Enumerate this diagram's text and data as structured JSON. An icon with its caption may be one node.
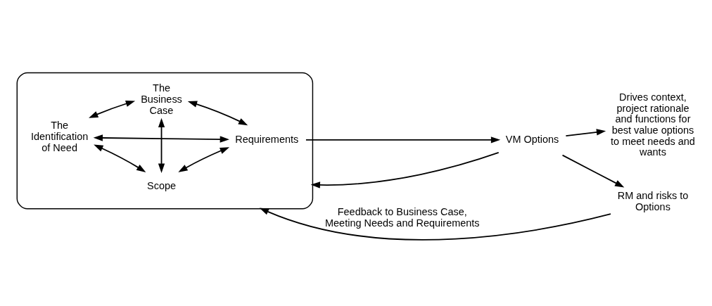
{
  "diagram": {
    "nodes": [
      {
        "text": [],
        "shape": "ellipse"
      },
      {
        "text": [
          "Scope"
        ],
        "in": 0
      },
      {
        "text": [
          "The Identification of Need"
        ],
        "in": 0
      },
      {
        "text": [
          "Requirements"
        ],
        "in": 0
      },
      {
        "text": [
          "The Business Case"
        ],
        "in": 0
      },
      {
        "text": [
          "VM Options"
        ]
      },
      {
        "text": [
          "Drives context, project rationale and functions for best value options to meet needs and wants"
        ]
      },
      {
        "text": [
          "RM and risks to Options"
        ]
      }
    ],
    "edges": [
      {
        "from": 1,
        "to": 2,
        "arrow": "both"
      },
      {
        "from": 1,
        "to": 3,
        "arrow": "both"
      },
      {
        "from": 1,
        "to": 4,
        "arrow": "both"
      },
      {
        "from": 2,
        "to": 3,
        "arrow": "both"
      },
      {
        "from": 2,
        "to": 4,
        "arrow": "both"
      },
      {
        "from": 3,
        "to": 4,
        "arrow": "both"
      },
      {
        "from": 3,
        "to": 5,
        "arrow": "to"
      },
      {
        "from": 5,
        "to": 6,
        "arrow": "to"
      },
      {
        "from": 5,
        "to": 7,
        "arrow": "to"
      },
      {
        "from": 7,
        "to": 0,
        "arrow": "to",
        "label": "Feedback to Business Case, Meeting Needs and Requirements"
      },
      {
        "from": 5,
        "to": 0,
        "arrow": "to"
      }
    ]
  }
}
